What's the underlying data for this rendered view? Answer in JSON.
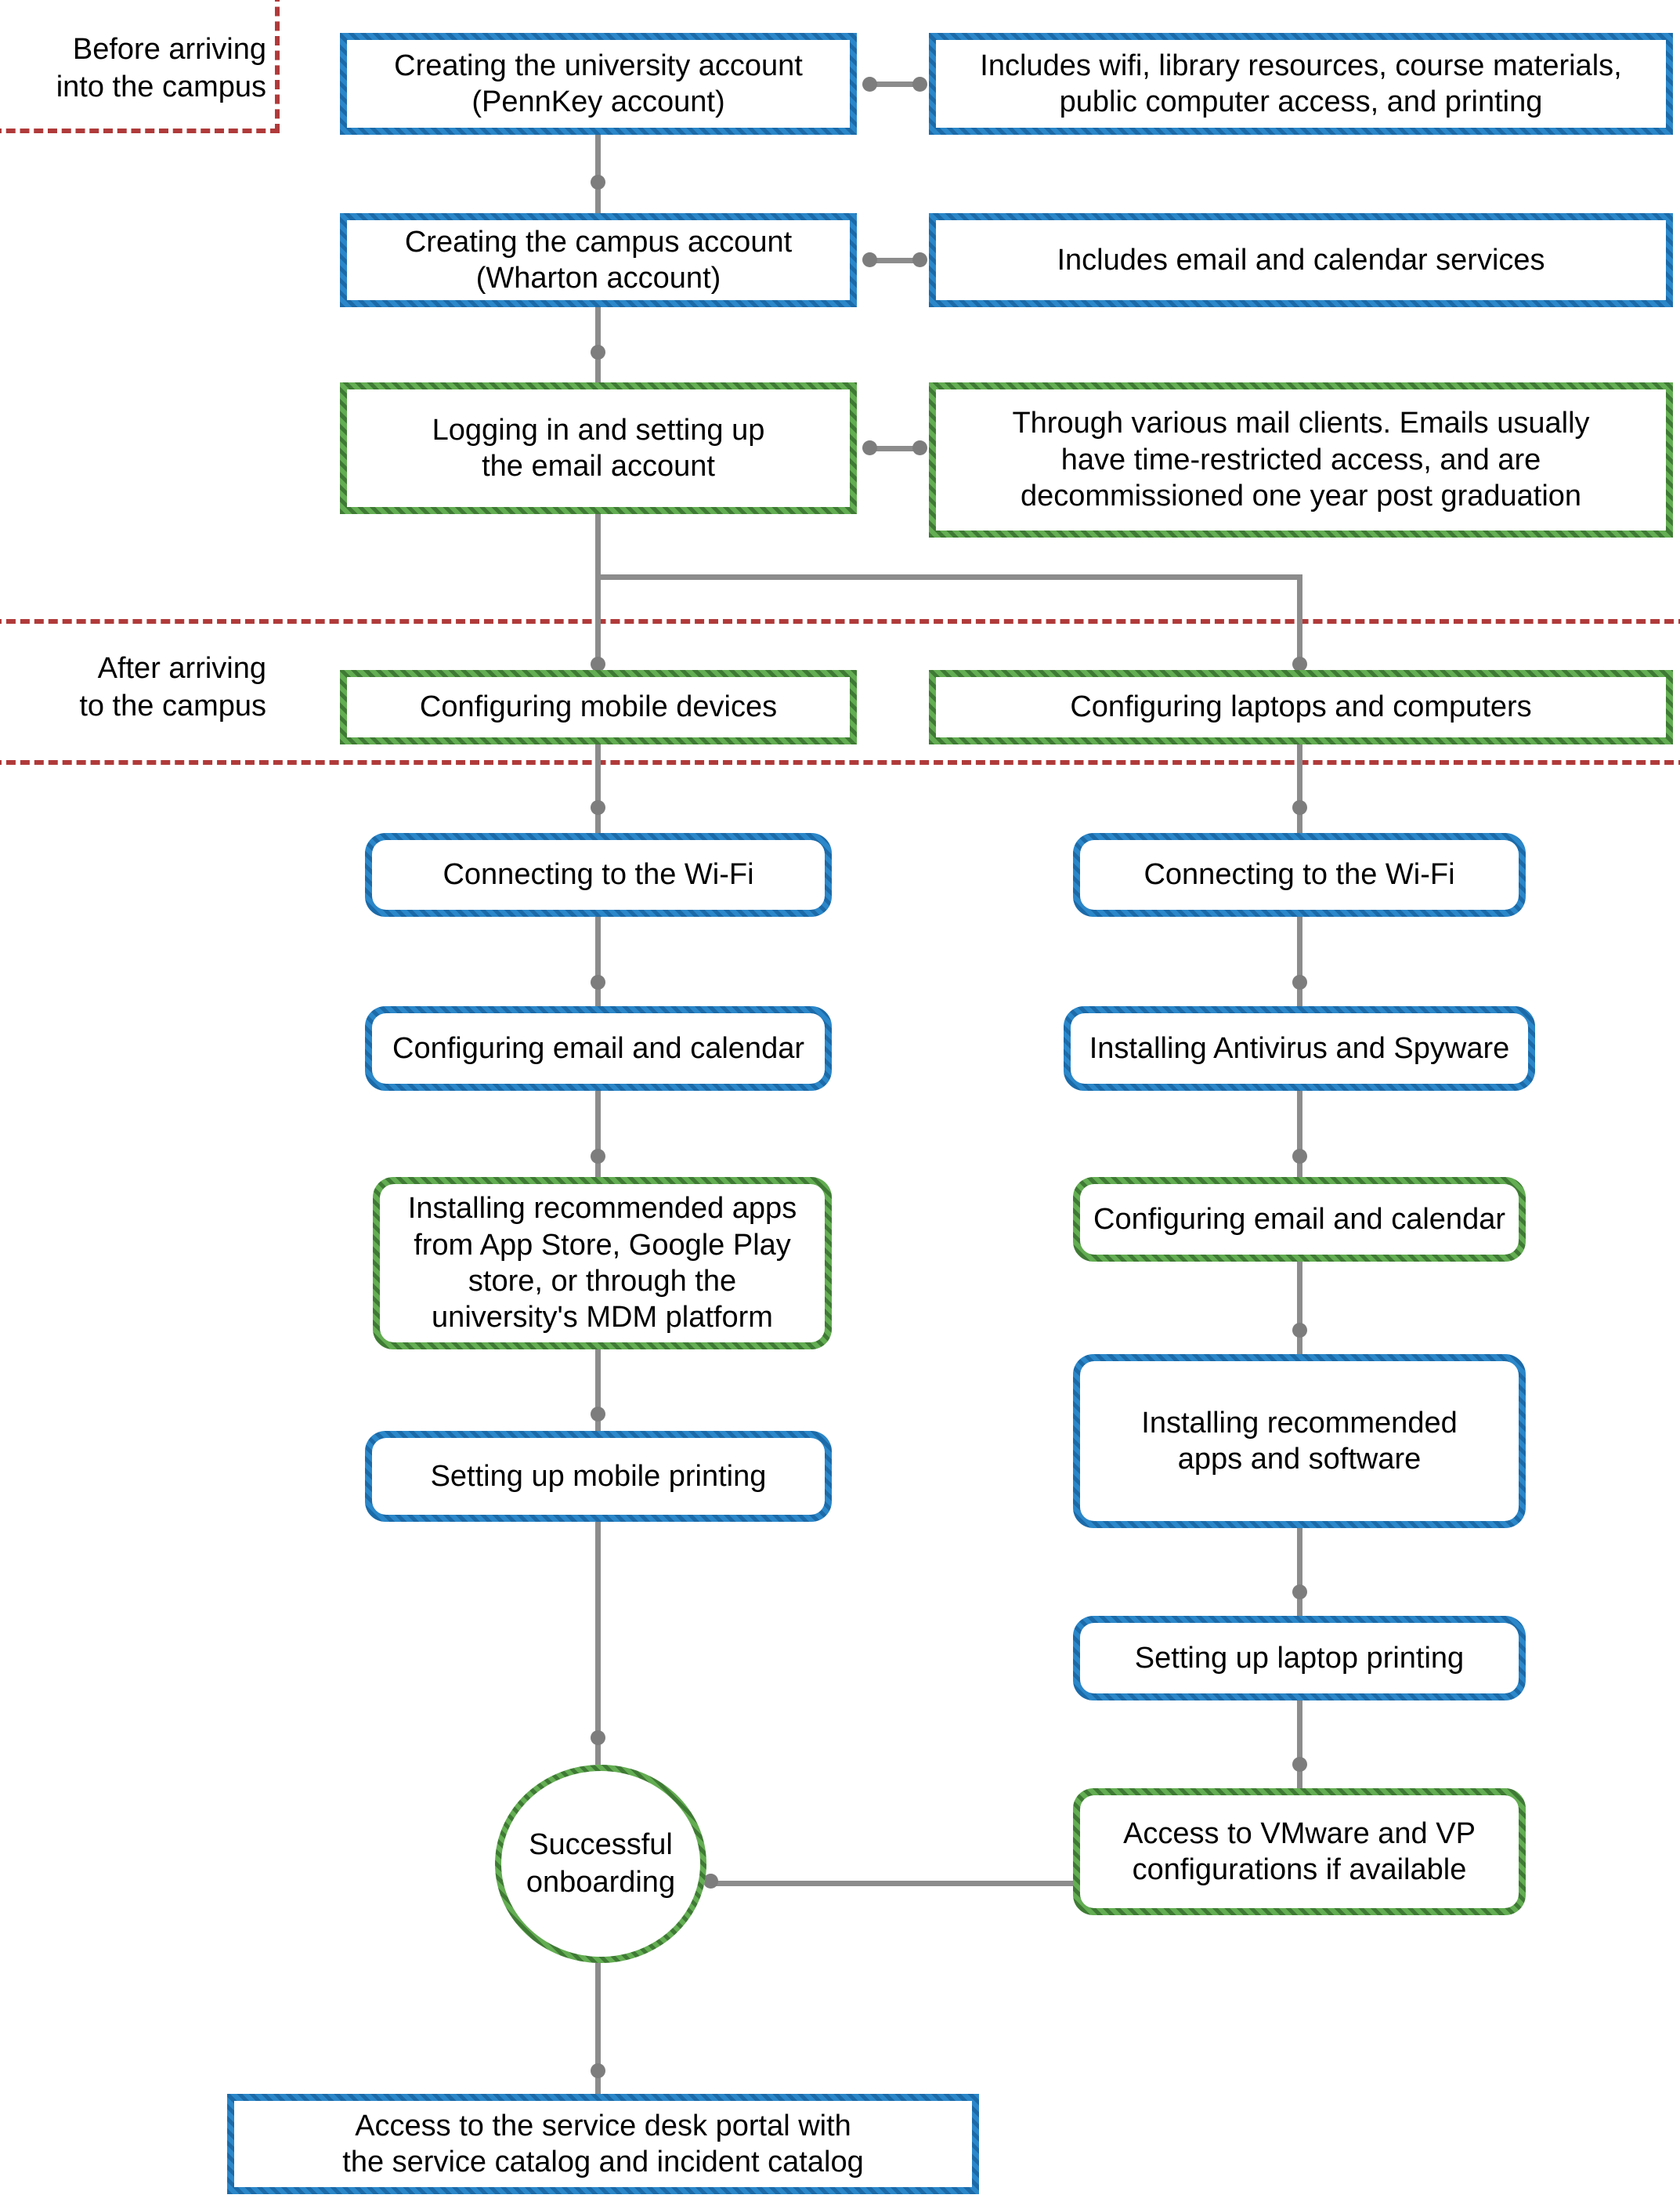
{
  "diagram": {
    "title": "University IT onboarding flow",
    "colors": {
      "blue": "#1f79bf",
      "green": "#57a446",
      "connector": "#8c8c8c",
      "region_border": "#b03a3a",
      "text": "#000000",
      "background": "#ffffff"
    },
    "phases": [
      {
        "id": "before",
        "label": "Before arriving\ninto the campus"
      },
      {
        "id": "after",
        "label": "After arriving\nto the campus"
      }
    ],
    "phase_labels": {
      "before_line1": "Before arriving",
      "before_line2": "into the campus",
      "after_line1": "After arriving",
      "after_line2": "to the campus"
    },
    "nodes": {
      "pennkey": {
        "line1": "Creating the university account",
        "line2": "(PennKey account)",
        "style": "blue-rect"
      },
      "pennkey_note": {
        "line1": "Includes wifi, library resources, course materials,",
        "line2": "public computer access, and printing",
        "style": "blue-rect"
      },
      "wharton": {
        "line1": "Creating the campus account",
        "line2": "(Wharton account)",
        "style": "blue-rect"
      },
      "wharton_note": {
        "line1": "Includes email and calendar services",
        "line2": "",
        "style": "blue-rect"
      },
      "email_login": {
        "line1": "Logging in and setting up",
        "line2": "the email account",
        "style": "green-rect"
      },
      "email_note": {
        "line1": "Through various mail clients.  Emails usually",
        "line2": "have time-restricted access, and are",
        "line3": "decommissioned one year post graduation",
        "style": "green-rect"
      },
      "mobile": {
        "line1": "Configuring mobile devices",
        "style": "green-rect"
      },
      "laptops": {
        "line1": "Configuring laptops and computers",
        "style": "green-rect"
      },
      "mobile_wifi": {
        "line1": "Connecting to the Wi-Fi",
        "style": "blue-rounded"
      },
      "mobile_email": {
        "line1": "Configuring email and calendar",
        "style": "blue-rounded"
      },
      "mobile_apps": {
        "line1": "Installing recommended apps",
        "line2": "from App Store, Google Play",
        "line3": "store, or through the",
        "line4": "university's MDM platform",
        "style": "green-rounded"
      },
      "mobile_print": {
        "line1": "Setting up mobile printing",
        "style": "blue-rounded"
      },
      "laptop_wifi": {
        "line1": "Connecting to the Wi-Fi",
        "style": "blue-rounded"
      },
      "laptop_av": {
        "line1": "Installing Antivirus and Spyware",
        "style": "blue-rounded"
      },
      "laptop_email": {
        "line1": "Configuring email and calendar",
        "style": "green-rounded"
      },
      "laptop_apps": {
        "line1": "Installing recommended",
        "line2": "apps and software",
        "style": "blue-rounded"
      },
      "laptop_print": {
        "line1": "Setting up laptop printing",
        "style": "blue-rounded"
      },
      "vmware": {
        "line1": "Access to VMware and VP",
        "line2": "configurations if available",
        "style": "green-rounded"
      },
      "success": {
        "line1": "Successful",
        "line2": "onboarding",
        "style": "green-circle"
      },
      "service_desk": {
        "line1": "Access to the service desk portal with",
        "line2": "the service catalog and incident catalog",
        "style": "blue-rect"
      }
    }
  }
}
